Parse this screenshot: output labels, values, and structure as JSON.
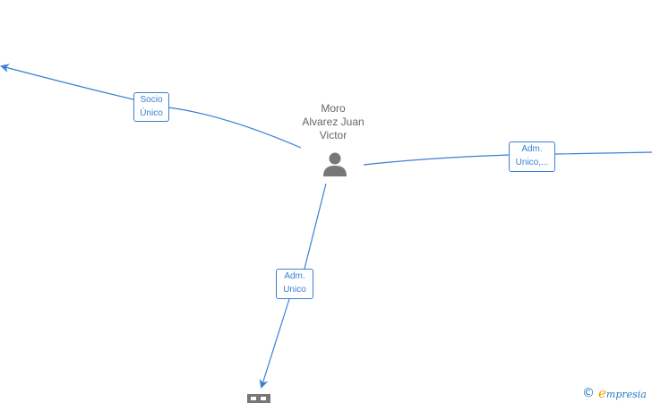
{
  "center_node": {
    "name_lines": [
      "Moro",
      "Alvarez Juan",
      "Victor"
    ],
    "icon": "person-icon"
  },
  "edges": [
    {
      "label_lines": [
        "Socio",
        "Único"
      ]
    },
    {
      "label_lines": [
        "Adm.",
        "Unico,..."
      ]
    },
    {
      "label_lines": [
        "Adm.",
        "Unico"
      ]
    }
  ],
  "brand": {
    "copyright": "©",
    "initial": "e",
    "rest": "mpresia"
  },
  "colors": {
    "edge": "#3a7fd5",
    "node_icon": "#777777",
    "label_text": "#666666",
    "brand_blue": "#1f7ac6",
    "brand_orange": "#f29a00"
  }
}
